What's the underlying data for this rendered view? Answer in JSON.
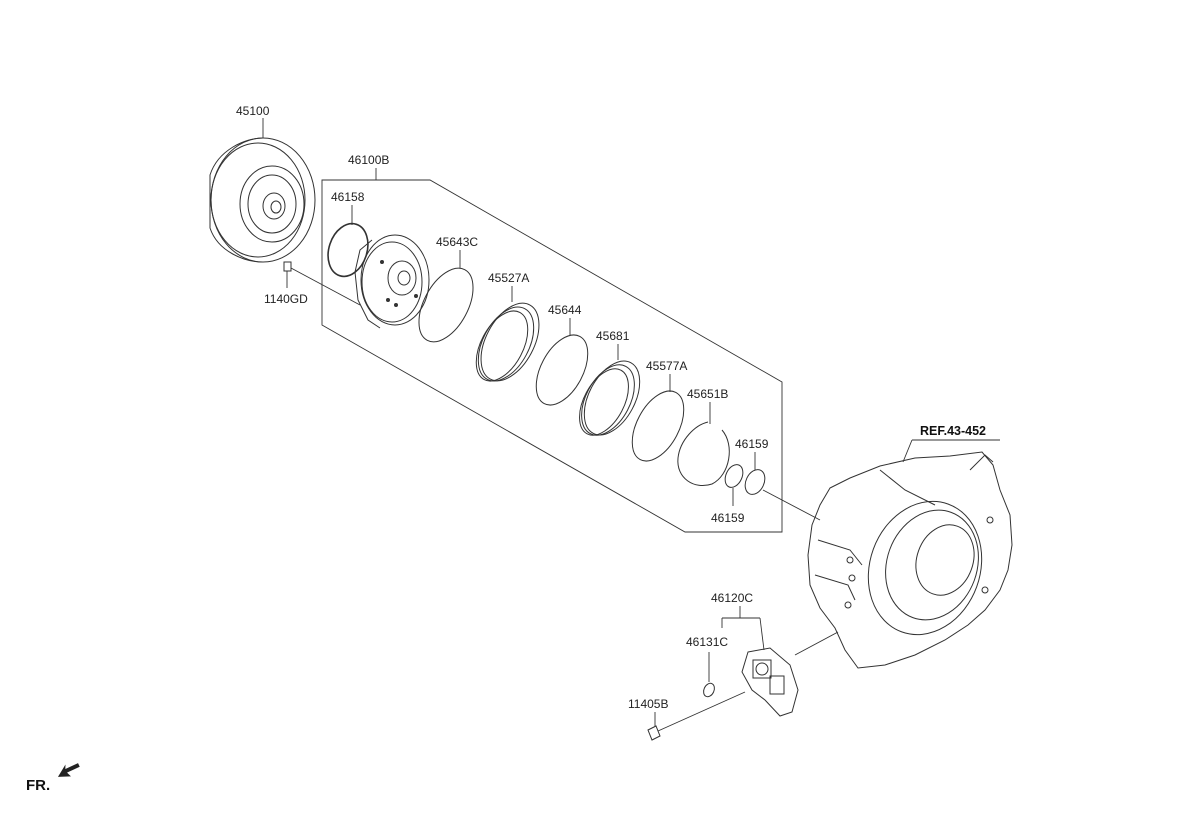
{
  "labels": {
    "torque_converter": "45100",
    "oil_pump_assembly": "46100B",
    "oring_46158": "46158",
    "bolt_1140GD": "1140GD",
    "ring_45643C": "45643C",
    "ring_45527A": "45527A",
    "ring_45644": "45644",
    "ring_45681": "45681",
    "ring_45577A": "45577A",
    "ring_45651B": "45651B",
    "oring_46159_top": "46159",
    "oring_46159_bottom": "46159",
    "reference": "REF.43-452",
    "solenoid_assembly": "46120C",
    "oring_46131C": "46131C",
    "bolt_11405B": "11405B"
  },
  "orientation_mark": "FR."
}
